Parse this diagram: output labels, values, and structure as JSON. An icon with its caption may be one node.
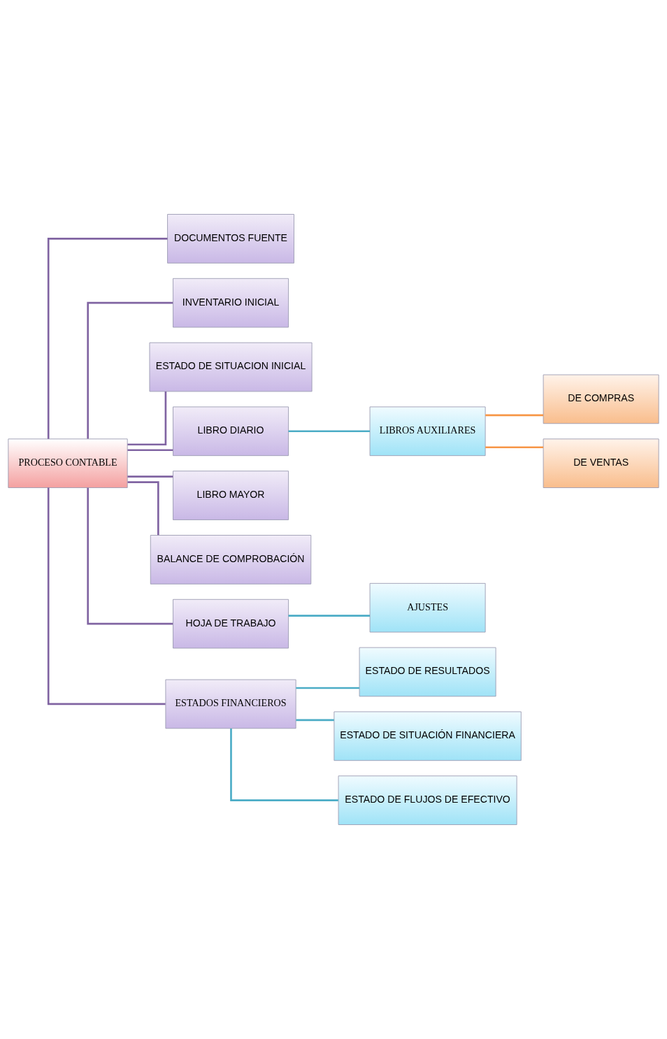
{
  "diagram": {
    "nodes": [
      {
        "text": [
          "PROCESO CONTABLE"
        ]
      },
      {
        "text": [
          "DOCUMENTOS FUENTE"
        ]
      },
      {
        "text": [
          "INVENTARIO INICIAL"
        ]
      },
      {
        "text": [
          "ESTADO DE SITUACION INICIAL"
        ]
      },
      {
        "text": [
          "LIBRO DIARIO"
        ]
      },
      {
        "text": [
          "LIBROS AUXILIARES"
        ]
      },
      {
        "text": [
          "DE COMPRAS"
        ]
      },
      {
        "text": [
          "DE VENTAS"
        ]
      },
      {
        "text": [
          "LIBRO MAYOR"
        ]
      },
      {
        "text": [
          "BALANCE DE COMPROBACIÓN"
        ]
      },
      {
        "text": [
          "HOJA DE TRABAJO"
        ]
      },
      {
        "text": [
          "AJUSTES"
        ]
      },
      {
        "text": [
          "ESTADOS FINANCIEROS"
        ]
      },
      {
        "text": [
          "ESTADO DE RESULTADOS"
        ]
      },
      {
        "text": [
          "ESTADO DE SITUACIÓN FINANCIERA"
        ]
      },
      {
        "text": [
          "ESTADO DE FLUJOS DE EFECTIVO"
        ]
      }
    ],
    "edges": [
      {
        "from": 0,
        "to": 1,
        "arrow": "none"
      },
      {
        "from": 0,
        "to": 2,
        "arrow": "none"
      },
      {
        "from": 0,
        "to": 3,
        "arrow": "none"
      },
      {
        "from": 0,
        "to": 4,
        "arrow": "none"
      },
      {
        "from": 4,
        "to": 5,
        "arrow": "none",
        "color": "#4bacc6"
      },
      {
        "from": 5,
        "to": 6,
        "arrow": "none",
        "color": "#f79646"
      },
      {
        "from": 5,
        "to": 7,
        "arrow": "none",
        "color": "#f79646"
      },
      {
        "from": 0,
        "to": 8,
        "arrow": "none"
      },
      {
        "from": 0,
        "to": 9,
        "arrow": "none"
      },
      {
        "from": 0,
        "to": 10,
        "arrow": "none"
      },
      {
        "from": 10,
        "to": 11,
        "arrow": "none",
        "color": "#4bacc6"
      },
      {
        "from": 0,
        "to": 12,
        "arrow": "none"
      },
      {
        "from": 12,
        "to": 13,
        "arrow": "none",
        "color": "#4bacc6"
      },
      {
        "from": 12,
        "to": 14,
        "arrow": "none",
        "color": "#4bacc6"
      },
      {
        "from": 12,
        "to": 15,
        "arrow": "none",
        "color": "#4bacc6"
      }
    ]
  }
}
